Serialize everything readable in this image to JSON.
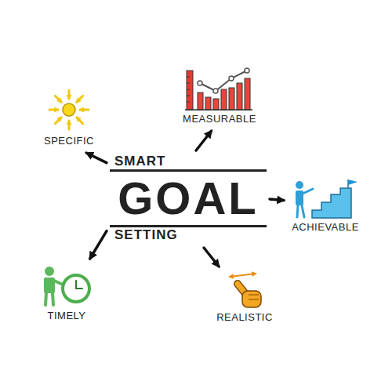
{
  "diagram": {
    "nodes": [
      {
        "text": [
          "SMART",
          "GOAL",
          "SETTING"
        ]
      },
      {
        "text": [
          "SPECIFIC"
        ]
      },
      {
        "text": [
          "MEASURABLE"
        ]
      },
      {
        "text": [
          "ACHIEVABLE"
        ]
      },
      {
        "text": [
          "REALISTIC"
        ]
      },
      {
        "text": [
          "TIMELY"
        ]
      }
    ],
    "edges": [
      {
        "from": 0,
        "to": 1,
        "arrow": "to"
      },
      {
        "from": 0,
        "to": 2,
        "arrow": "to"
      },
      {
        "from": 0,
        "to": 3,
        "arrow": "to"
      },
      {
        "from": 0,
        "to": 4,
        "arrow": "to"
      },
      {
        "from": 0,
        "to": 5,
        "arrow": "to"
      }
    ]
  }
}
